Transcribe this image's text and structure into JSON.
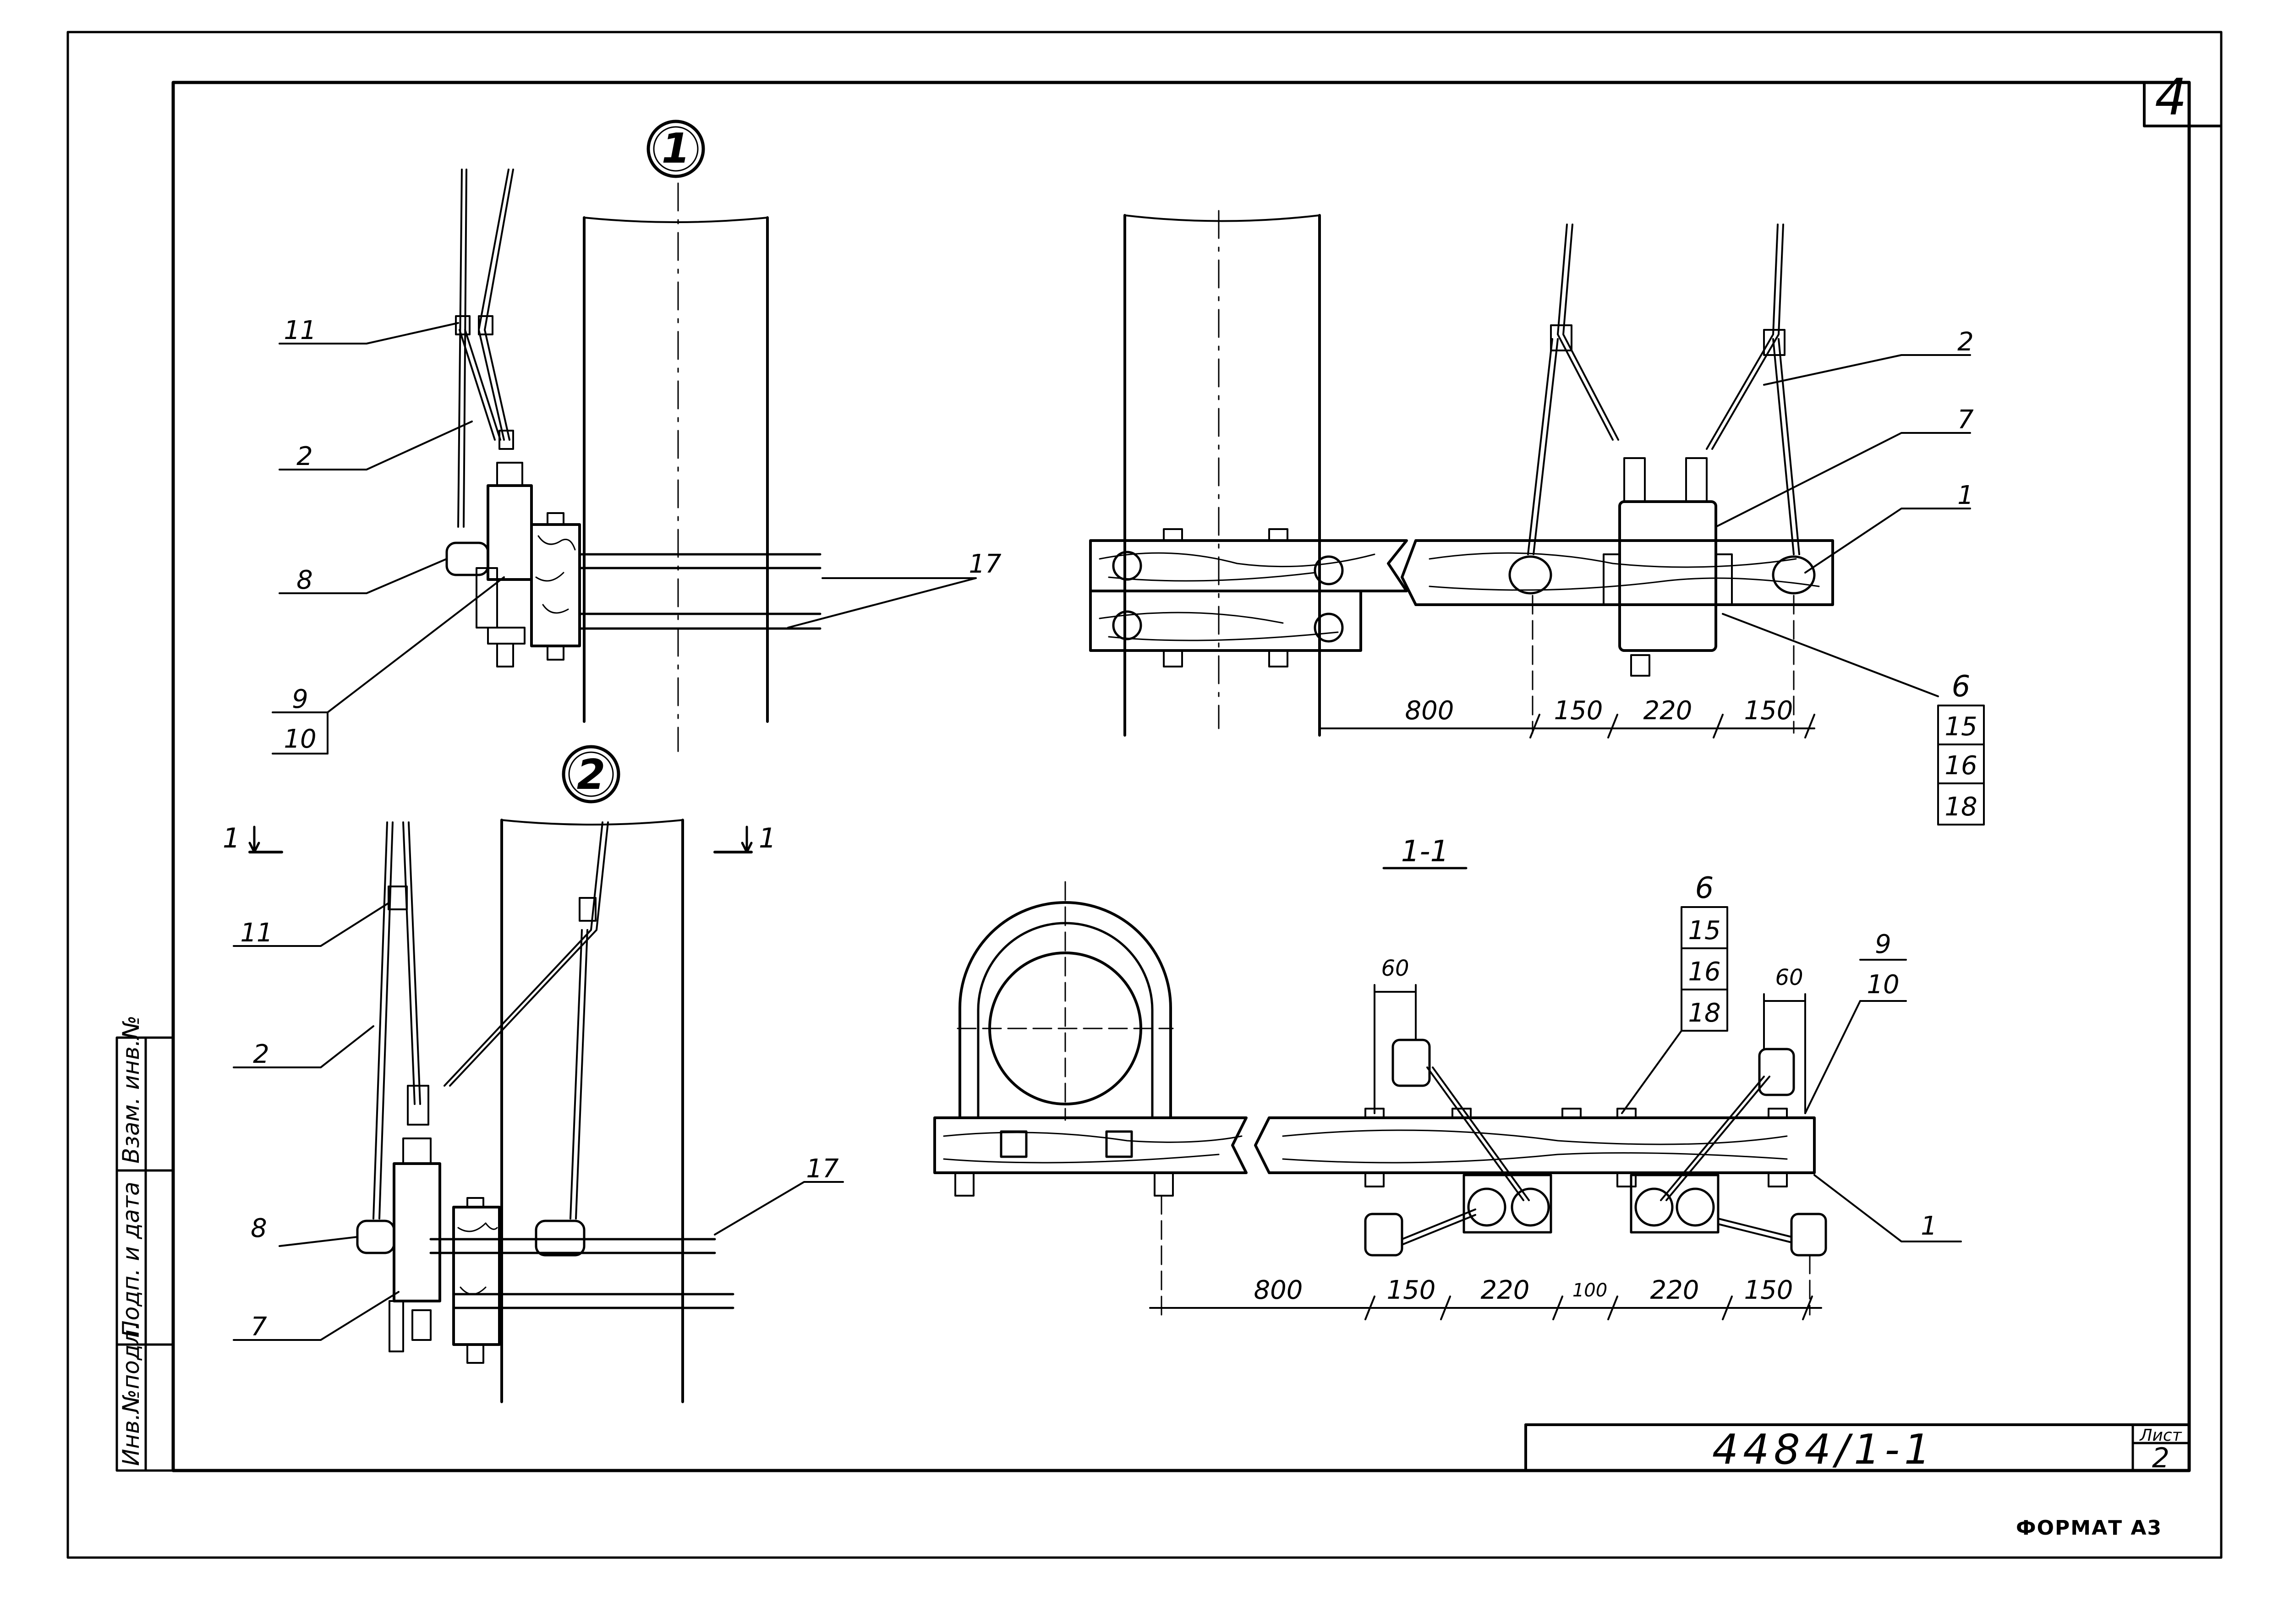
{
  "sheet": {
    "corner_number": "4",
    "drawing_number": "4484/1-1",
    "sheet_label": "Лист",
    "sheet_number": "2",
    "format_label": "ФОРМАТ А3",
    "side_stamp": [
      "Инв.№подл.",
      "Подп. и дата",
      "Взам. инв.№"
    ]
  },
  "views": {
    "view1_marker": "1",
    "view2_marker": "2",
    "section_title": "1-1",
    "cut_label_left": "1",
    "cut_label_right": "1"
  },
  "callouts": {
    "v1": [
      "11",
      "2",
      "8",
      "9",
      "10",
      "17"
    ],
    "v2": [
      "11",
      "2",
      "8",
      "7",
      "17"
    ],
    "side": [
      "2",
      "7",
      "1",
      "6",
      "15",
      "16",
      "18"
    ],
    "sec": [
      "6",
      "15",
      "16",
      "18",
      "9",
      "10",
      "1"
    ]
  },
  "dimensions": {
    "side": [
      "800",
      "150",
      "220",
      "150"
    ],
    "sec": [
      "800",
      "150",
      "220",
      "100",
      "220",
      "150"
    ],
    "sec_top": [
      "60",
      "60"
    ]
  }
}
